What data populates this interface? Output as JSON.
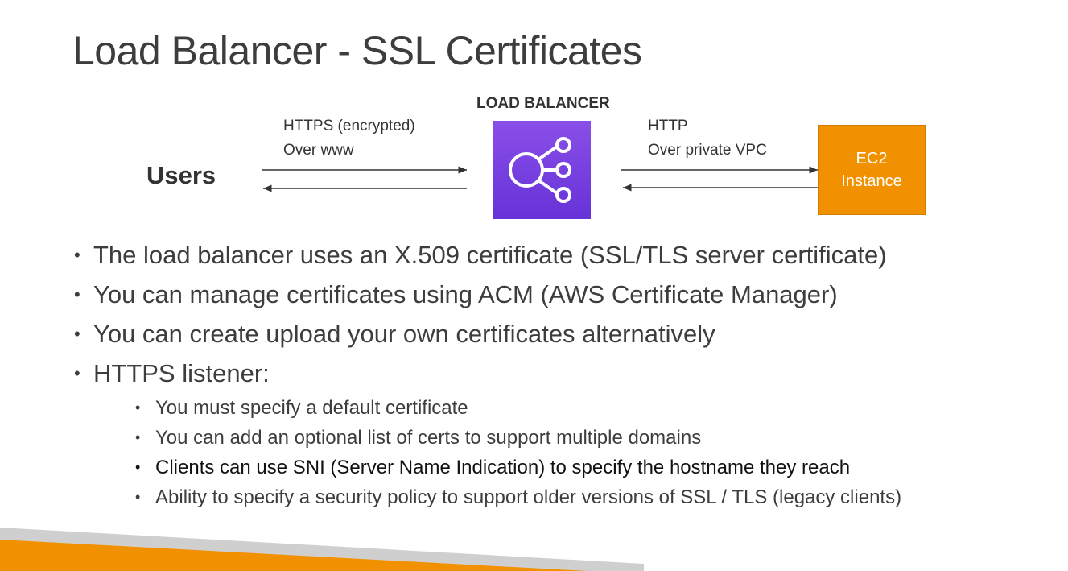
{
  "title": "Load Balancer - SSL Certificates",
  "diagram": {
    "load_balancer_heading": "LOAD BALANCER",
    "users_label": "Users",
    "left_edge": {
      "line1": "HTTPS (encrypted)",
      "line2": "Over www"
    },
    "right_edge": {
      "line1": "HTTP",
      "line2": "Over private VPC"
    },
    "target": {
      "line1": "EC2",
      "line2": "Instance"
    },
    "load_balancer_icon": "load-balancer-icon",
    "colors": {
      "load_balancer": "#7a42e4",
      "ec2": "#f29100"
    }
  },
  "bullets": [
    "The load balancer uses an X.509 certificate (SSL/TLS server certificate)",
    "You can manage certificates using ACM (AWS Certificate Manager)",
    "You can create upload your own certificates alternatively",
    "HTTPS listener:"
  ],
  "sub_bullets": [
    "You must specify a default certificate",
    "You can add an optional list of certs to support multiple domains",
    "Clients can use SNI (Server Name Indication) to specify the hostname they reach",
    "Ability to specify a security policy to support older versions of SSL / TLS (legacy clients)"
  ],
  "colors": {
    "footer_accent": "#f29100",
    "footer_gray": "#c8c8c8"
  }
}
